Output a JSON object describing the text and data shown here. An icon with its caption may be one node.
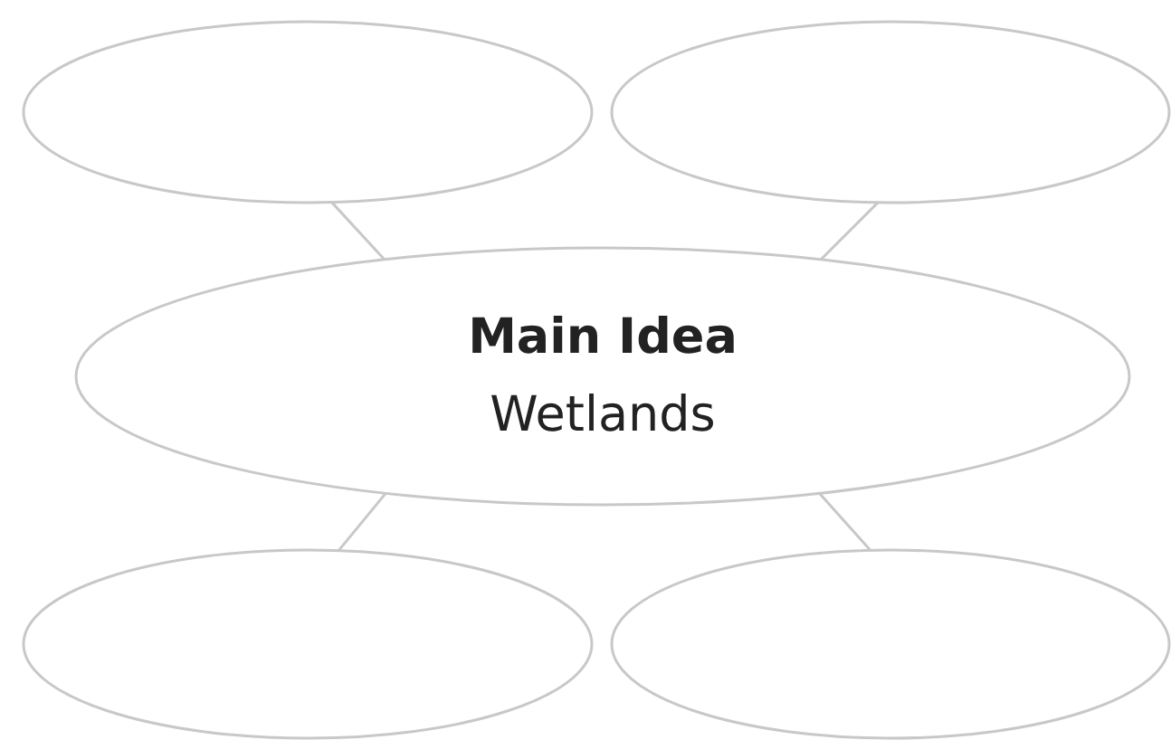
{
  "diagram": {
    "nodes": [
      {
        "text": [],
        "shape": "ellipse"
      },
      {
        "text": [],
        "shape": "ellipse"
      },
      {
        "text": [
          "Main Idea",
          "Wetlands"
        ]
      },
      {
        "text": [],
        "shape": "ellipse"
      },
      {
        "text": [],
        "shape": "ellipse"
      }
    ],
    "edges": [
      {
        "from": 2,
        "to": 0,
        "arrow": "none"
      },
      {
        "from": 2,
        "to": 1,
        "arrow": "none"
      },
      {
        "from": 2,
        "to": 3,
        "arrow": "none"
      },
      {
        "from": 2,
        "to": 4,
        "arrow": "none"
      }
    ]
  }
}
